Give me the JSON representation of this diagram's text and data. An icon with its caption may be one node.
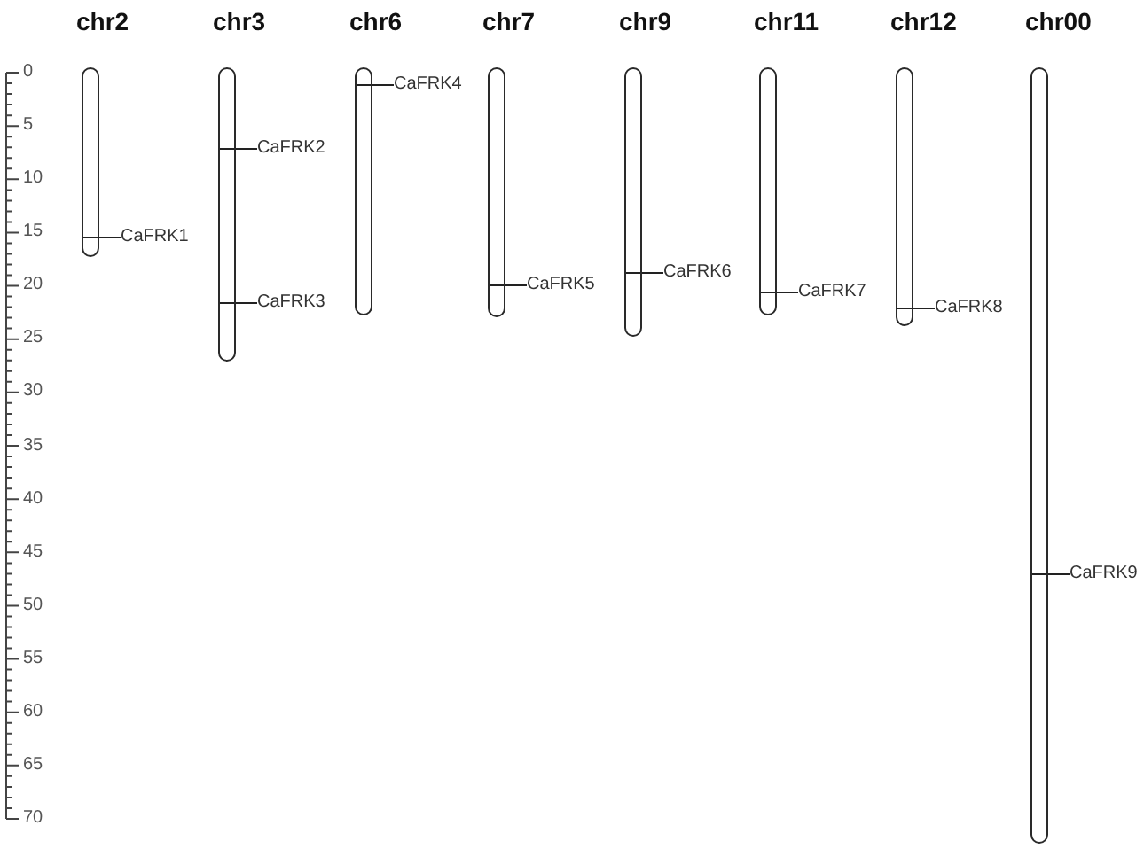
{
  "diagram": {
    "nodes": [
      {
        "text": [
          "chr2"
        ]
      },
      {
        "text": [
          "chr3"
        ]
      },
      {
        "text": [
          "chr6"
        ]
      },
      {
        "text": [
          "chr7"
        ]
      },
      {
        "text": [
          "chr9"
        ]
      },
      {
        "text": [
          "chr11"
        ]
      },
      {
        "text": [
          "chr12"
        ]
      },
      {
        "text": [
          "chr00"
        ]
      },
      {
        "text": [
          "CaFRK1"
        ]
      },
      {
        "text": [
          "CaFRK2"
        ]
      },
      {
        "text": [
          "CaFRK3"
        ]
      },
      {
        "text": [
          "CaFRK4"
        ]
      },
      {
        "text": [
          "CaFRK5"
        ]
      },
      {
        "text": [
          "CaFRK6"
        ]
      },
      {
        "text": [
          "CaFRK7"
        ]
      },
      {
        "text": [
          "CaFRK8"
        ]
      },
      {
        "text": [
          "CaFRK9"
        ]
      }
    ],
    "edges": [
      {
        "from": 8,
        "to": 0,
        "arrow": "none"
      },
      {
        "from": 9,
        "to": 1,
        "arrow": "none"
      },
      {
        "from": 10,
        "to": 1,
        "arrow": "none"
      },
      {
        "from": 11,
        "to": 2,
        "arrow": "none"
      },
      {
        "from": 12,
        "to": 3,
        "arrow": "none"
      },
      {
        "from": 13,
        "to": 4,
        "arrow": "none"
      },
      {
        "from": 14,
        "to": 5,
        "arrow": "none"
      },
      {
        "from": 15,
        "to": 6,
        "arrow": "none"
      },
      {
        "from": 16,
        "to": 7,
        "arrow": "none"
      }
    ],
    "labels": [
      "0",
      "5",
      "10",
      "15",
      "20",
      "25",
      "30",
      "35",
      "40",
      "45",
      "50",
      "55",
      "60",
      "65",
      "70"
    ]
  }
}
